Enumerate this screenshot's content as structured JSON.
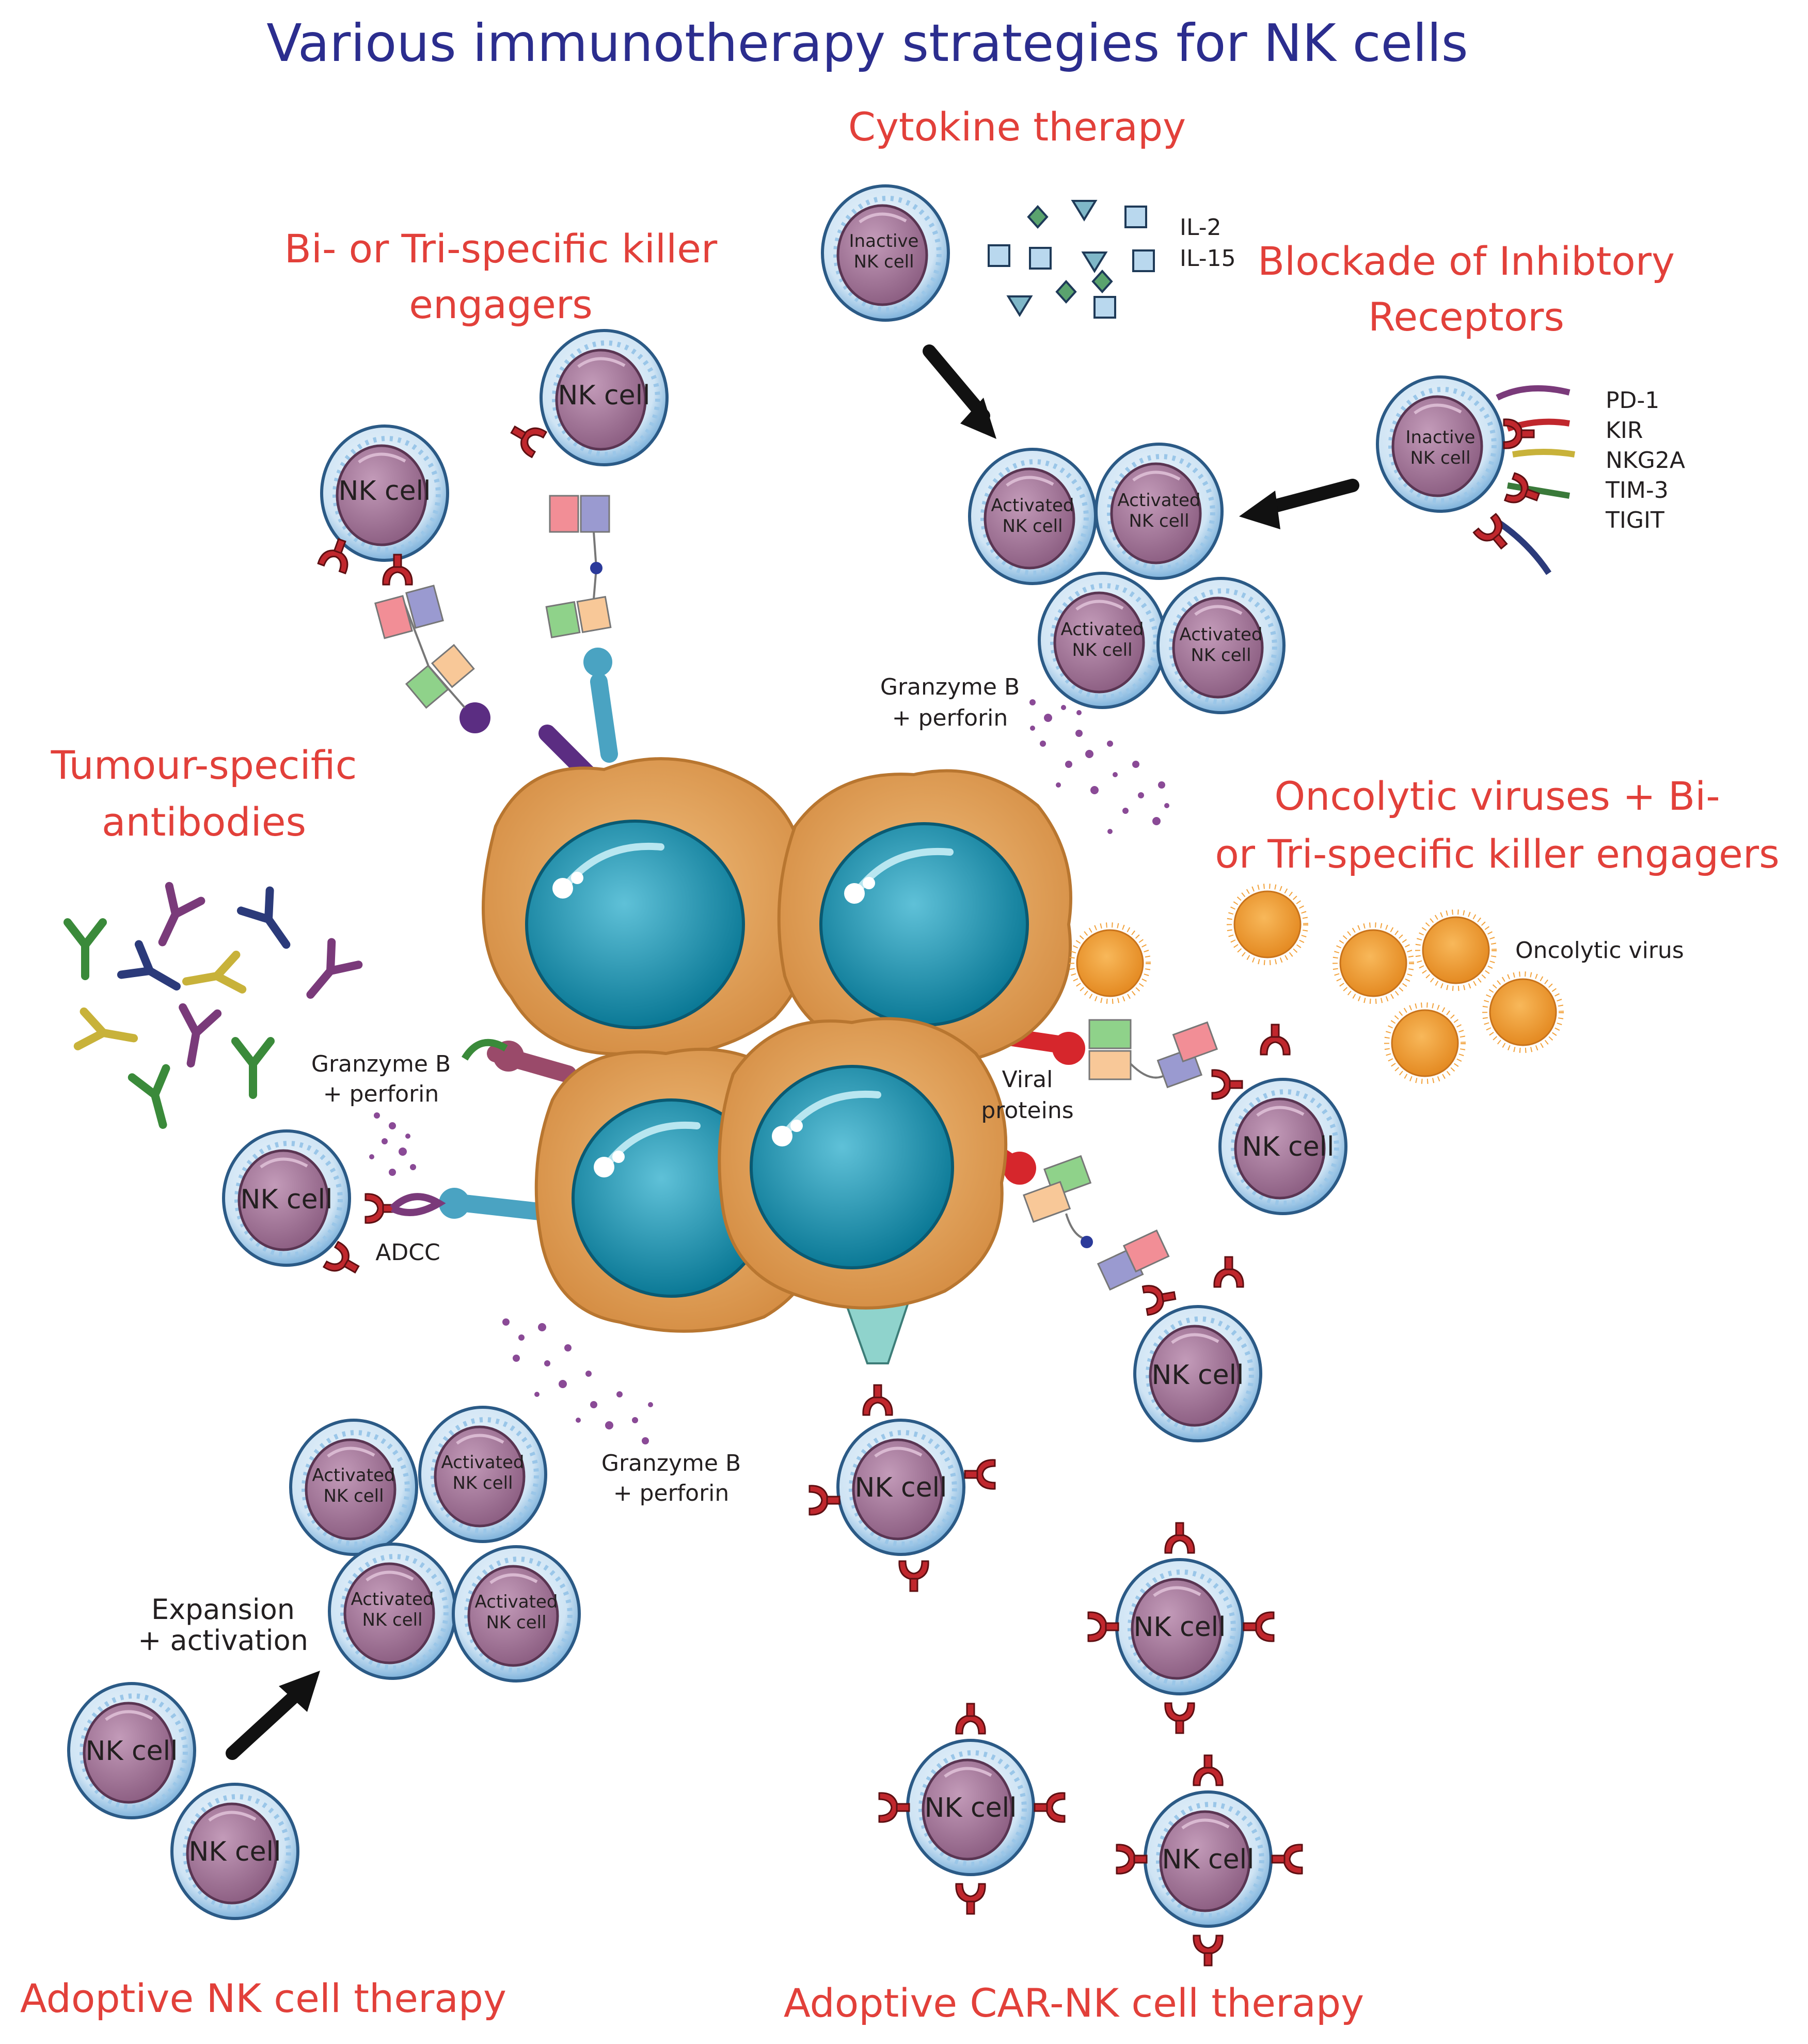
{
  "title": "Various immunotherapy strategies for NK cells",
  "headings": {
    "cytokine_therapy": "Cytokine therapy",
    "bi_tri_line1": "Bi- or Tri-specific killer",
    "bi_tri_line2": "engagers",
    "blockade_line1": "Blockade of Inhibtory",
    "blockade_line2": "Receptors",
    "tumour_line1": "Tumour-specific",
    "tumour_line2": "antibodies",
    "oncolytic_line1": "Oncolytic viruses + Bi-",
    "oncolytic_line2": "or Tri-specific killer  engagers",
    "adoptive_nk": "Adoptive NK cell therapy",
    "adoptive_car_nk": "Adoptive CAR-NK cell therapy"
  },
  "labels": {
    "nk_cell": "NK cell",
    "inactive_line1": "Inactive",
    "activated_line1": "Activated",
    "cell_line2": "NK cell",
    "cytokines": [
      "IL-2",
      "IL-15"
    ],
    "receptors": [
      "PD-1",
      "KIR",
      "NKG2A",
      "TIM-3",
      "TIGIT"
    ],
    "granzyme_line1": "Granzyme B",
    "granzyme_line2": "+ perforin",
    "oncolytic_virus": "Oncolytic virus",
    "viral_line1": "Viral",
    "viral_line2": "proteins",
    "adcc": "ADCC",
    "expansion_line1": "Expansion",
    "expansion_line2": "+ activation"
  },
  "colors": {
    "title": "#2b2d8e",
    "heading": "#e2403a",
    "nk_nucleus": "#9e6f93",
    "nk_membrane": "#8cc0e4",
    "tumour_body": "#e2a45e",
    "tumour_nucleus": "#0f8aa8",
    "receptor_red": "#c0272d",
    "virus": "#f2a23c"
  }
}
